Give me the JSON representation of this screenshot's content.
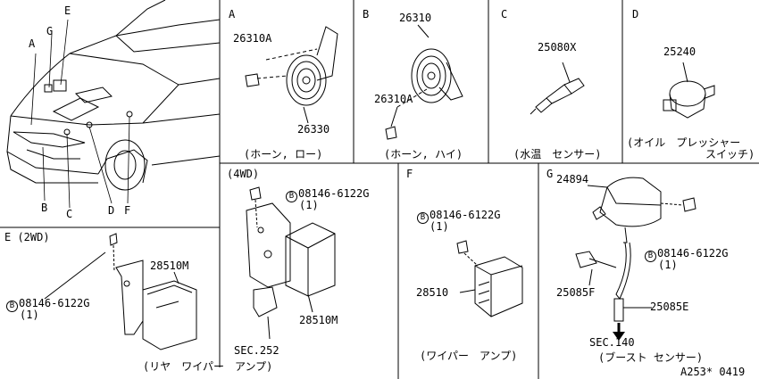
{
  "diagram_id": "A253* 0419",
  "car": {
    "callouts": [
      "A",
      "B",
      "C",
      "D",
      "E",
      "F",
      "G"
    ]
  },
  "sections": {
    "A": {
      "label": "A",
      "parts": [
        "26310A",
        "26330"
      ],
      "caption": "(ホーン, ロー)"
    },
    "B": {
      "label": "B",
      "parts": [
        "26310",
        "26310A"
      ],
      "caption": "(ホーン, ハイ)"
    },
    "C": {
      "label": "C",
      "parts": [
        "25080X"
      ],
      "caption": "(水温　センサー)"
    },
    "D": {
      "label": "D",
      "parts": [
        "25240"
      ],
      "caption_line1": "(オイル　プレッシャー",
      "caption_line2": "スイッチ)"
    },
    "E2WD": {
      "label": "E (2WD)",
      "bolt_circle": "B",
      "bolt_code": "08146-6122G",
      "bolt_qty": "(1)",
      "parts": [
        "28510M"
      ]
    },
    "E4WD": {
      "label": "(4WD)",
      "bolt_circle": "B",
      "bolt_code": "08146-6122G",
      "bolt_qty": "(1)",
      "parts": [
        "28510M"
      ],
      "sec": "SEC.252",
      "caption": "(リヤ　ワイパー　アンプ)"
    },
    "F": {
      "label": "F",
      "bolt_circle": "B",
      "bolt_code": "08146-6122G",
      "bolt_qty": "(1)",
      "parts": [
        "28510"
      ],
      "caption": "(ワイパー　アンプ)"
    },
    "G": {
      "label": "G",
      "parts": [
        "24894",
        "25085F",
        "25085E"
      ],
      "bolt_circle": "B",
      "bolt_code": "08146-6122G",
      "bolt_qty": "(1)",
      "sec": "SEC.140",
      "caption": "(ブースト センサー)"
    }
  }
}
